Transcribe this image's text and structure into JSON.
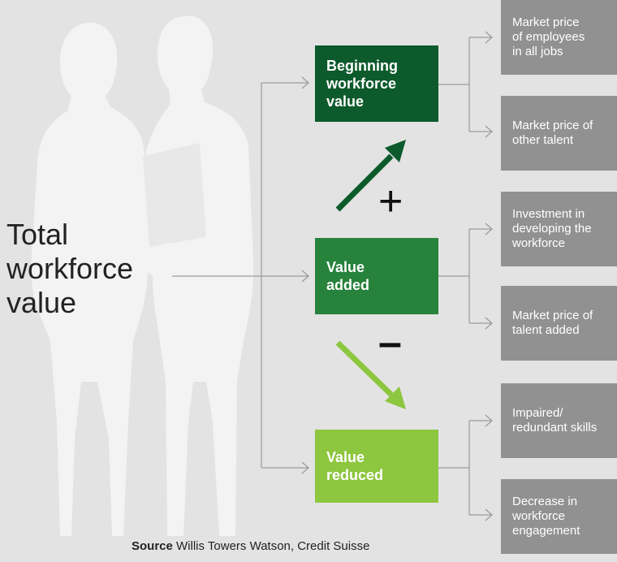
{
  "total": {
    "line1": "Total",
    "line2": "workforce",
    "line3": "value"
  },
  "boxes": {
    "beginning": {
      "line1": "Beginning",
      "line2": "workforce",
      "line3": "value"
    },
    "added": {
      "line1": "Value",
      "line2": "added"
    },
    "reduced": {
      "line1": "Value",
      "line2": "reduced"
    }
  },
  "operators": {
    "plus": "+",
    "minus": "–"
  },
  "components": [
    {
      "line1": "Market price",
      "line2": "of employees",
      "line3": "in all jobs"
    },
    {
      "line1": "Market price of",
      "line2": "other talent"
    },
    {
      "line1": "Investment in",
      "line2": "developing the",
      "line3": "workforce"
    },
    {
      "line1": "Market price of",
      "line2": "talent added"
    },
    {
      "line1": "Impaired/",
      "line2": "redundant skills"
    },
    {
      "line1": "Decrease in",
      "line2": "workforce",
      "line3": "engagement"
    }
  ],
  "source": {
    "label": "Source",
    "text": " Willis Towers Watson, Credit Suisse"
  },
  "colors": {
    "background": "#e3e3e3",
    "silhouette": "#f3f3f3",
    "dark_green": "#0d5a2c",
    "mid_green": "#27823c",
    "light_green": "#8dc63f",
    "grey_box": "#919191",
    "connector": "#9a9a9a"
  }
}
